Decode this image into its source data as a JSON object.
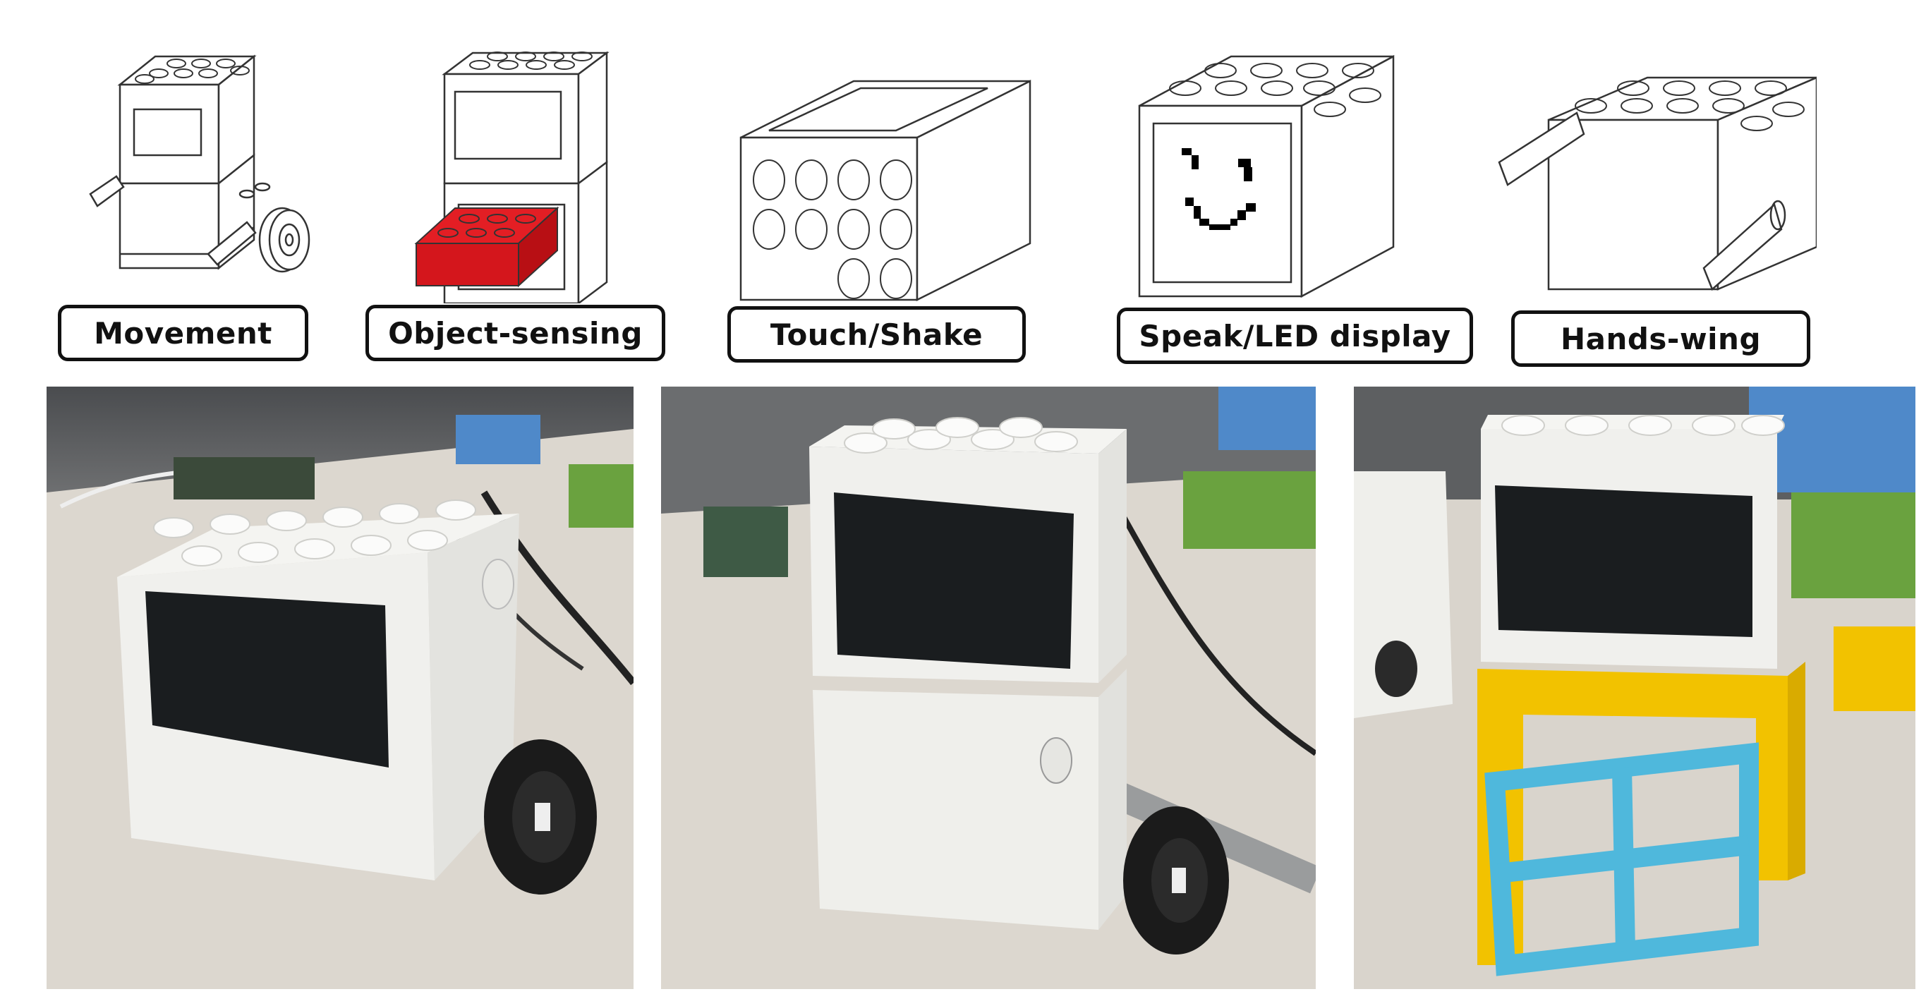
{
  "labels": {
    "movement": "Movement",
    "object_sensing": "Object-sensing",
    "touch_shake": "Touch/Shake",
    "speak_led": "Speak/LED display",
    "hands_wing": "Hands-wing"
  },
  "colors": {
    "outline": "#333333",
    "sensed_object_brick": "#e31e24",
    "photo_table": "#d8d3cb",
    "printed_block": "#f2f2ef",
    "screen": "#1a1d1f",
    "wheel": "#1b1b1b",
    "yellow_block": "#f2c200",
    "blue_window": "#4fb8dc"
  },
  "photos": [
    "movement-module-photo",
    "stacked-touch-module-photo",
    "hands-wing-door-photo"
  ]
}
